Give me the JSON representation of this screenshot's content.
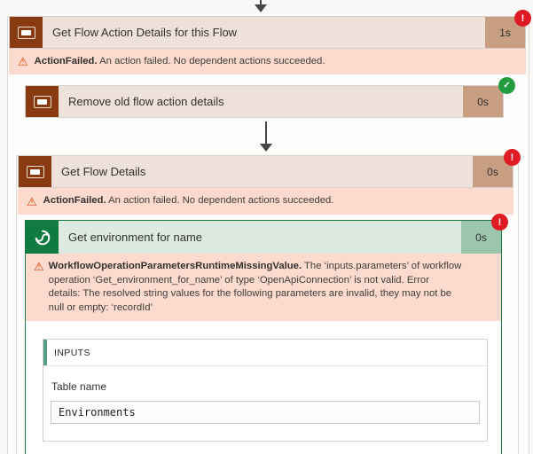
{
  "flow_run": {
    "glyphs": {
      "warning": "⚠",
      "error": "!",
      "success": "✓"
    },
    "colors": {
      "page_bg": "#FAF9F8",
      "card_bg": "#EDE1D9",
      "card_duration_bg": "#C79E82",
      "connector_brown": "#8A3A10",
      "error_banner_bg": "#FCDACD",
      "error_accent": "#D83B01",
      "badge_error": "#E01B24",
      "badge_success": "#239B3F",
      "green_header_bg": "#DCEAE2",
      "green_duration_bg": "#9DC6AE",
      "connector_green": "#0F7B40",
      "panel_border_green": "#1F7B45",
      "inputs_accent": "#52A182",
      "arrow_color": "#484644"
    },
    "actions": [
      {
        "title": "Get Flow Action Details for this Flow",
        "duration": "1s",
        "status": "failed",
        "error": {
          "code": "ActionFailed.",
          "message": "An action failed. No dependent actions succeeded."
        }
      },
      {
        "title": "Remove old flow action details",
        "duration": "0s",
        "status": "succeeded"
      },
      {
        "title": "Get Flow Details",
        "duration": "0s",
        "status": "failed",
        "error": {
          "code": "ActionFailed.",
          "message": "An action failed. No dependent actions succeeded."
        }
      },
      {
        "title": "Get environment for name",
        "duration": "0s",
        "status": "failed",
        "error": {
          "code": "WorkflowOperationParametersRuntimeMissingValue.",
          "message": "The ‘inputs.parameters’ of workflow operation ‘Get_environment_for_name’ of type ‘OpenApiConnection’ is not valid. Error details: The resolved string values for the following parameters are invalid, they may not be null or empty: ‘recordId’"
        },
        "inputs": {
          "header": "INPUTS",
          "table_name_label": "Table name",
          "table_name_value": "Environments"
        }
      }
    ]
  }
}
